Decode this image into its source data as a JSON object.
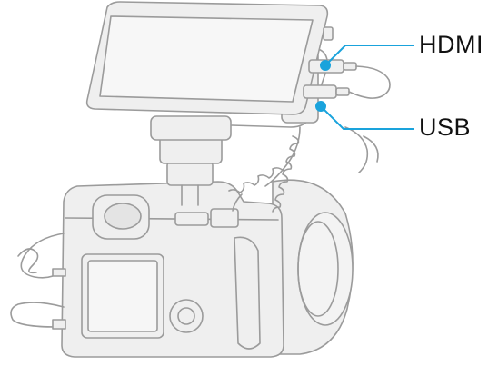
{
  "labels": {
    "hdmi": "HDMI",
    "usb": "USB"
  },
  "colors": {
    "accent": "#1aa3dc",
    "line": "#9b9b9b",
    "body_fill": "#efefef",
    "screen_fill": "#f7f7f7",
    "text": "#111111"
  },
  "icons": {
    "device": "smartphone-monitor",
    "camera": "mirrorless-camera",
    "cable": "coiled-cable"
  }
}
